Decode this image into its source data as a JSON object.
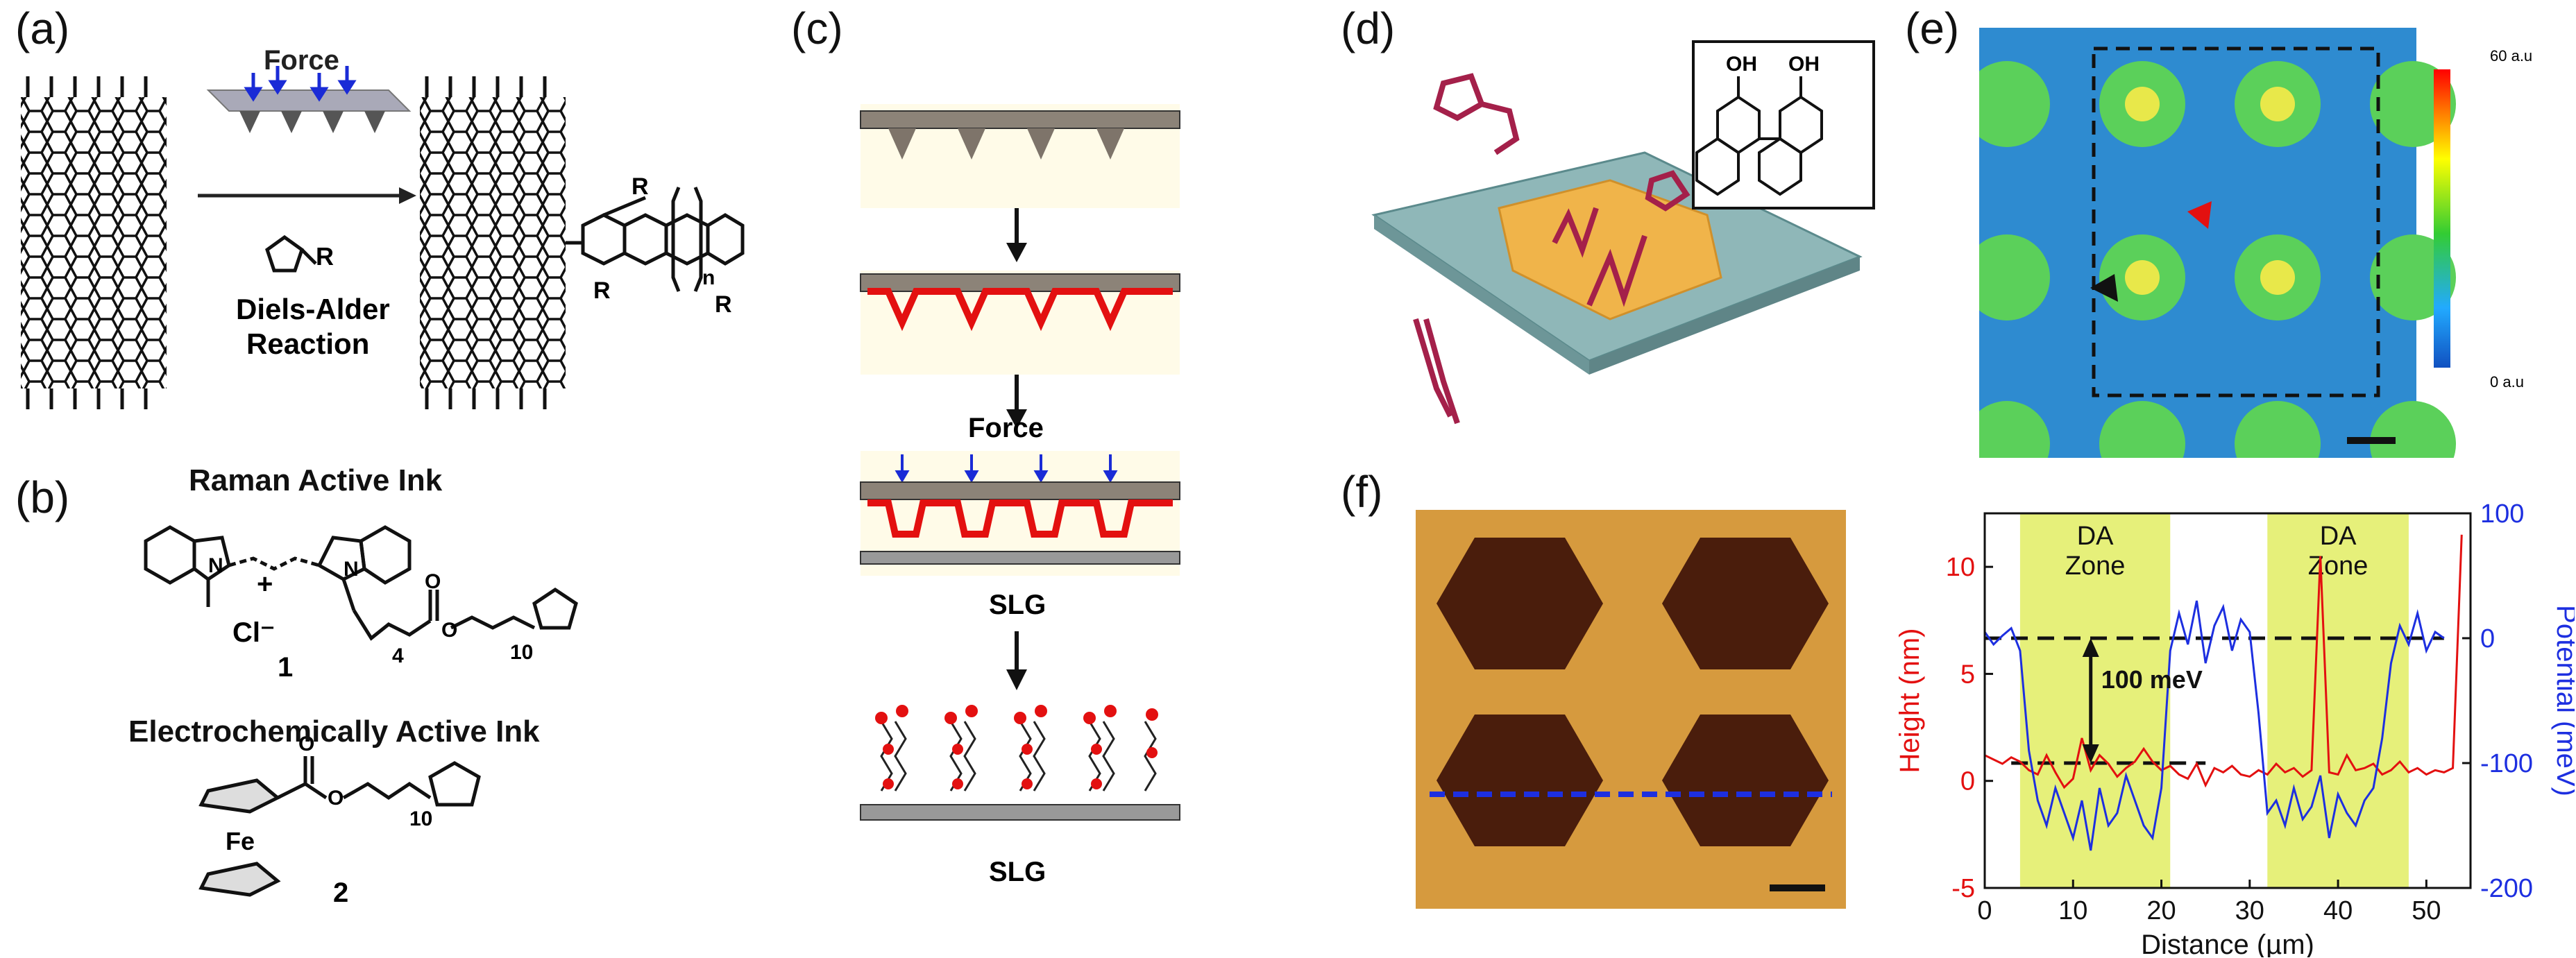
{
  "panels": {
    "a": {
      "label": "(a)",
      "force": "Force",
      "substituent": "R",
      "reaction_line1": "Diels-Alder",
      "reaction_line2": "Reaction",
      "n_label": "n"
    },
    "b": {
      "label": "(b)",
      "raman_title": "Raman Active Ink",
      "counterion": "Cl⁻",
      "compound1": "1",
      "sub4": "4",
      "sub10a": "10",
      "echem_title": "Electrochemically Active Ink",
      "metal": "Fe",
      "compound2": "2",
      "sub10b": "10"
    },
    "c": {
      "label": "(c)",
      "force": "Force",
      "slg1": "SLG",
      "slg2": "SLG"
    },
    "d": {
      "label": "(d)",
      "oh1": "OH",
      "oh2": "OH"
    },
    "e": {
      "label": "(e)",
      "colorbar_max": "60 a.u",
      "colorbar_min": "0 a.u"
    },
    "f": {
      "label": "(f)"
    }
  },
  "colors": {
    "force_arrow": "#1a2bd6",
    "ink_red": "#e31010",
    "afm_blue_line": "#1d2fe0",
    "zone": "#e6f07a"
  },
  "chart_data": {
    "type": "line",
    "xlabel": "Distance (µm)",
    "ylabel_left": "Height (nm)",
    "ylabel_right": "Potential (meV)",
    "xlim": [
      0,
      55
    ],
    "ylim_left": [
      -5,
      12.5
    ],
    "ylim_right": [
      -200,
      100
    ],
    "xticks": [
      0,
      10,
      20,
      30,
      40,
      50
    ],
    "yticks_left": [
      -5,
      0,
      5,
      10
    ],
    "yticks_right": [
      -200,
      -100,
      0,
      100
    ],
    "zones": [
      {
        "label_line1": "DA",
        "label_line2": "Zone",
        "x_range": [
          4,
          21
        ]
      },
      {
        "label_line1": "DA",
        "label_line2": "Zone",
        "x_range": [
          32,
          48
        ]
      }
    ],
    "annotation": "100 meV",
    "dashed_levels_right": [
      0,
      -100
    ],
    "series": [
      {
        "axis": "left",
        "color": "#e31010",
        "x": [
          0,
          1,
          2,
          3,
          4,
          5,
          6,
          7,
          8,
          9,
          10,
          11,
          12,
          13,
          14,
          15,
          16,
          17,
          18,
          19,
          20,
          21,
          22,
          23,
          24,
          25,
          26,
          27,
          28,
          29,
          30,
          31,
          32,
          33,
          34,
          35,
          36,
          37,
          38,
          39,
          40,
          41,
          42,
          43,
          44,
          45,
          46,
          47,
          48,
          49,
          50,
          51,
          52,
          53,
          54
        ],
        "values": [
          1.2,
          1.0,
          0.8,
          1.1,
          0.9,
          0.5,
          0.3,
          1.2,
          0.4,
          -0.3,
          0.1,
          2.0,
          0.5,
          1.2,
          0.8,
          0.2,
          0.6,
          0.9,
          1.5,
          0.9,
          0.5,
          0.7,
          0.3,
          0.1,
          0.8,
          -0.2,
          0.6,
          0.4,
          0.7,
          0.3,
          0.2,
          0.5,
          0.3,
          0.8,
          0.4,
          0.6,
          0.2,
          0.5,
          10.5,
          0.4,
          0.3,
          1.2,
          0.5,
          0.6,
          0.8,
          0.3,
          0.5,
          0.9,
          0.4,
          0.6,
          0.3,
          0.5,
          0.4,
          0.6,
          11.5
        ]
      },
      {
        "axis": "right",
        "color": "#1d2fe0",
        "x": [
          0,
          1,
          2,
          3,
          4,
          5,
          6,
          7,
          8,
          9,
          10,
          11,
          12,
          13,
          14,
          15,
          16,
          17,
          18,
          19,
          20,
          21,
          22,
          23,
          24,
          25,
          26,
          27,
          28,
          29,
          30,
          31,
          32,
          33,
          34,
          35,
          36,
          37,
          38,
          39,
          40,
          41,
          42,
          43,
          44,
          45,
          46,
          47,
          48,
          49,
          50,
          51,
          52
        ],
        "values": [
          5,
          -5,
          2,
          8,
          -10,
          -90,
          -130,
          -150,
          -120,
          -140,
          -160,
          -130,
          -170,
          -120,
          -150,
          -140,
          -110,
          -130,
          -150,
          -160,
          -120,
          -10,
          20,
          -5,
          30,
          -20,
          10,
          25,
          -10,
          15,
          5,
          -60,
          -140,
          -130,
          -150,
          -120,
          -145,
          -135,
          -110,
          -160,
          -125,
          -140,
          -150,
          -130,
          -120,
          -80,
          -20,
          10,
          -5,
          20,
          -10,
          5,
          0
        ]
      }
    ]
  }
}
